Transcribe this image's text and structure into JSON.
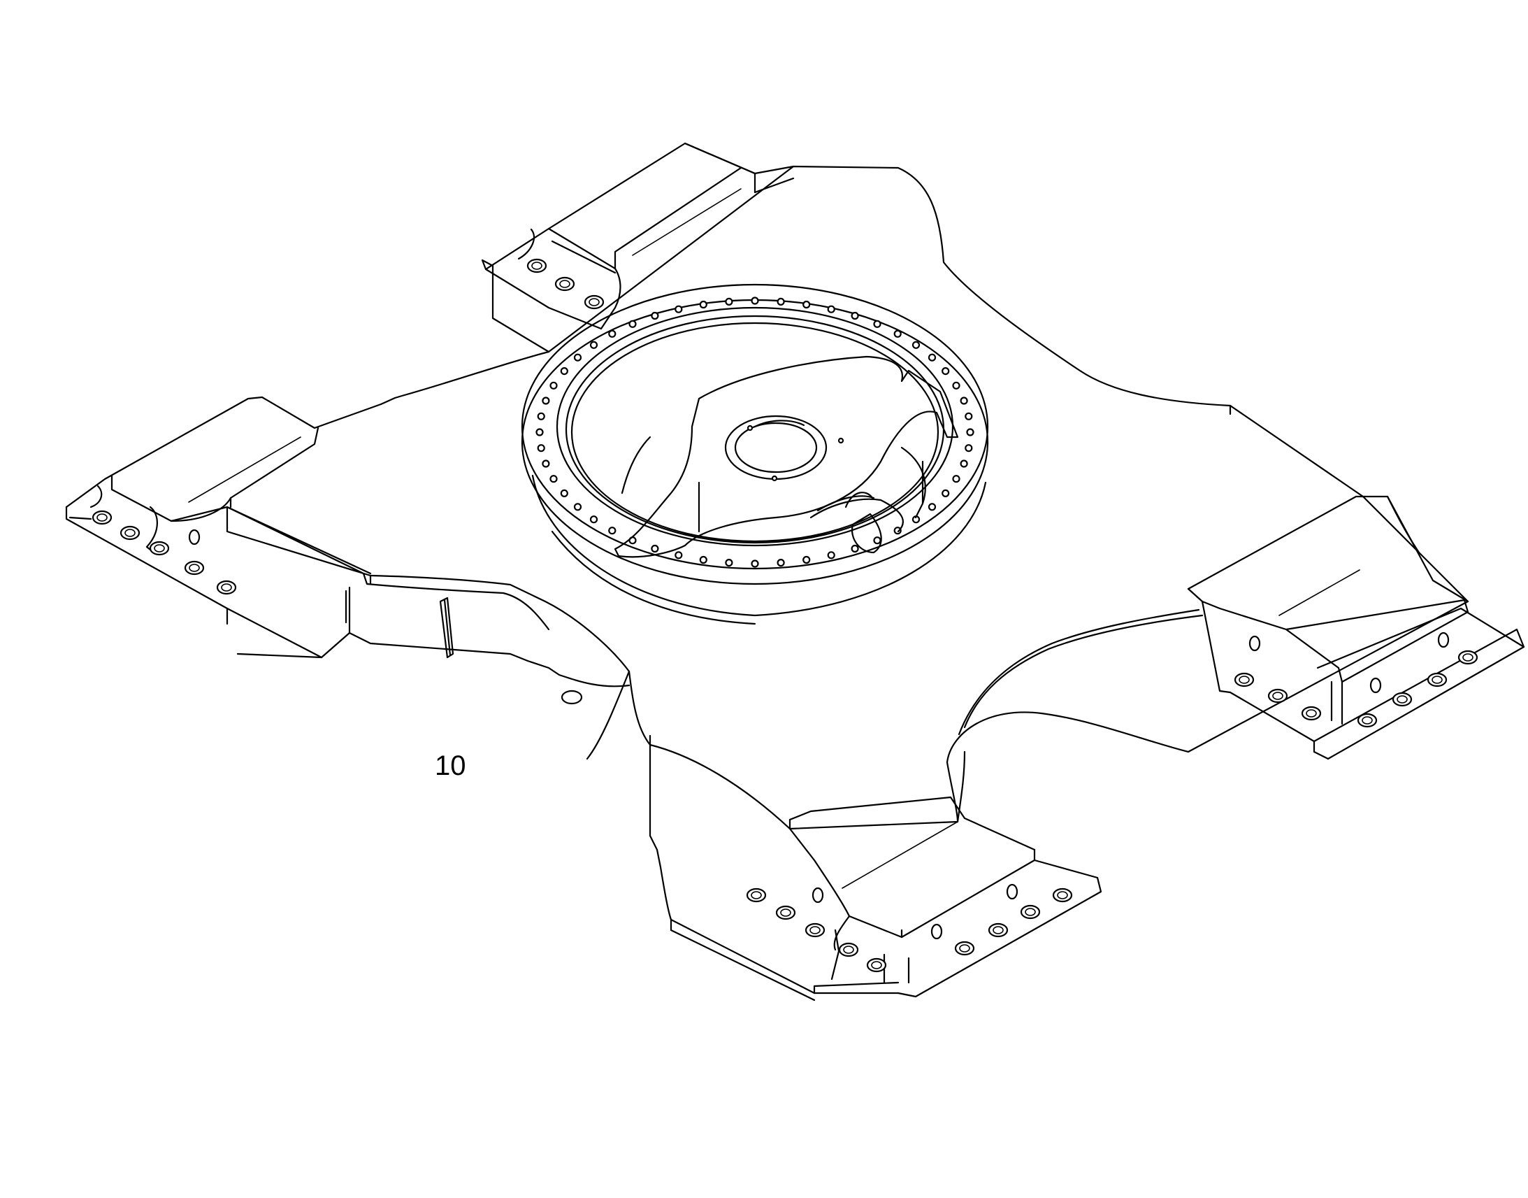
{
  "figure": {
    "reference_numeral": "10"
  },
  "parts": {
    "central_flange": {
      "icon": "bolt-circle-flange"
    },
    "bolt_holes": {
      "icon": "bolt-hole"
    },
    "arm_pads": [
      "arm-back",
      "arm-left",
      "arm-right",
      "arm-front"
    ]
  }
}
